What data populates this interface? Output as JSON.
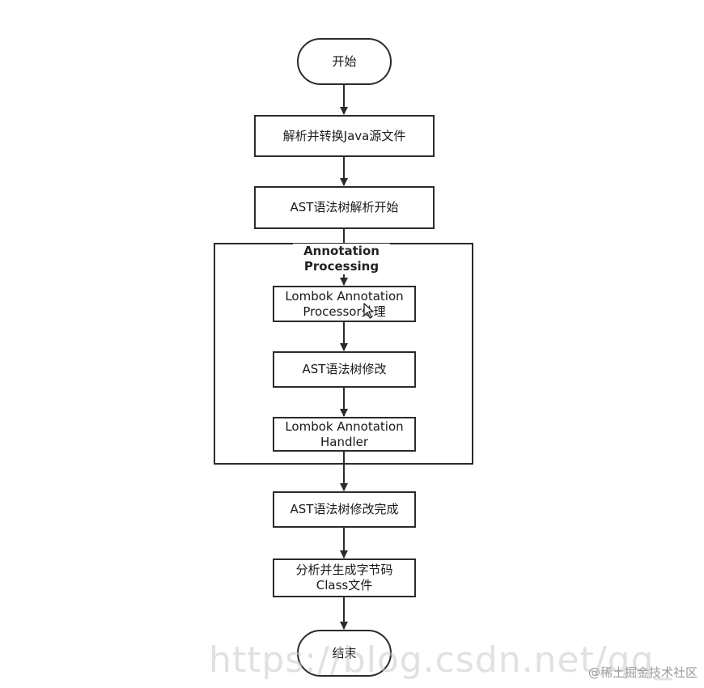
{
  "flowchart": {
    "start": "开始",
    "parse_java": "解析并转换Java源文件",
    "ast_parse_start": "AST语法树解析开始",
    "group_title_line1": "Annotation",
    "group_title_line2": "Processing",
    "lombok_processor_line1": "Lombok Annotation",
    "lombok_processor_line2": "Processor处理",
    "ast_modify": "AST语法树修改",
    "lombok_handler_line1": "Lombok Annotation",
    "lombok_handler_line2": "Handler",
    "ast_modify_done": "AST语法树修改完成",
    "generate_line1": "分析并生成字节码",
    "generate_line2": "Class文件",
    "end": "结束"
  },
  "watermark": {
    "url": "https://blog.csdn.net/qq_",
    "brand": "@稀土掘金技术社区"
  },
  "colors": {
    "stroke": "#2b2b2b",
    "background": "#ffffff"
  }
}
